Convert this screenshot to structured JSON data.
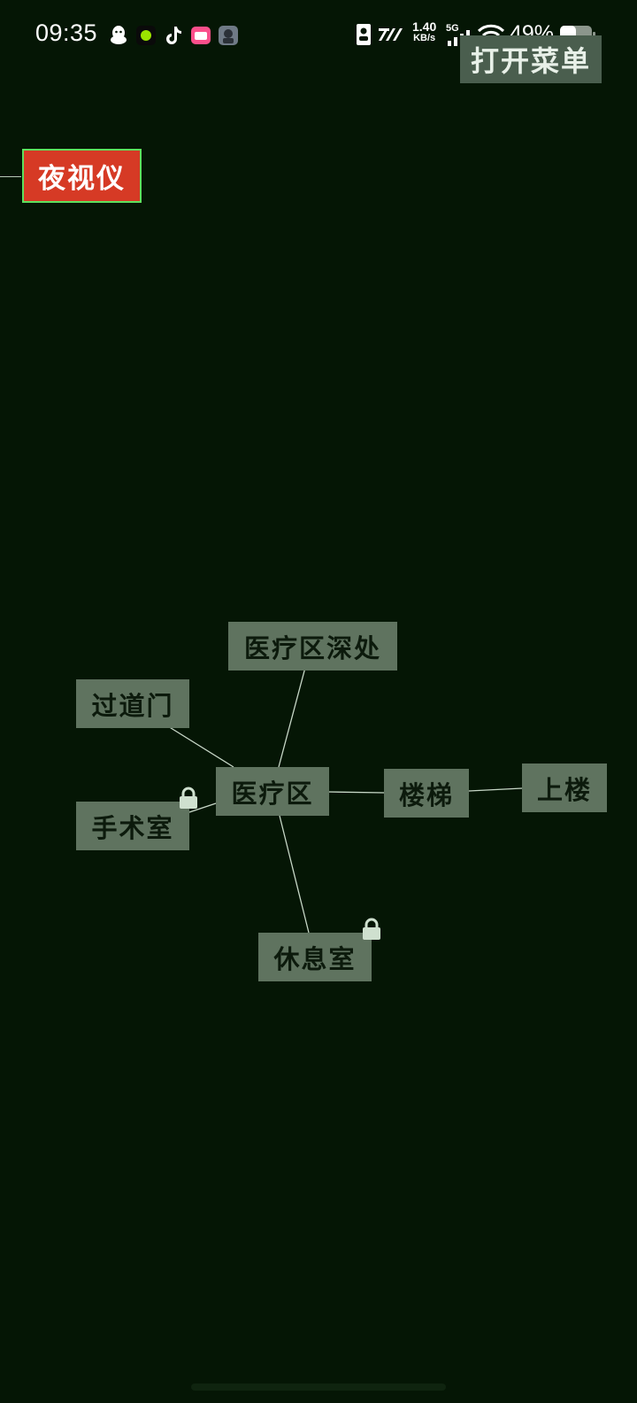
{
  "status_bar": {
    "time": "09:35",
    "network_speed_value": "1.40",
    "network_speed_unit": "KB/s",
    "network_type": "5G",
    "battery_percent": "49%"
  },
  "menu_button_label": "打开菜单",
  "night_vision_label": "夜视仪",
  "rooms": {
    "medical_deep": "医疗区深处",
    "corridor_door": "过道门",
    "medical": "医疗区",
    "surgery": "手术室",
    "stairs": "楼梯",
    "upstairs": "上楼",
    "lounge": "休息室"
  },
  "colors": {
    "background": "#051605",
    "room_fill": "#5f735f",
    "night_vision_fill": "#d63a25",
    "night_vision_border": "#5ee05e"
  }
}
